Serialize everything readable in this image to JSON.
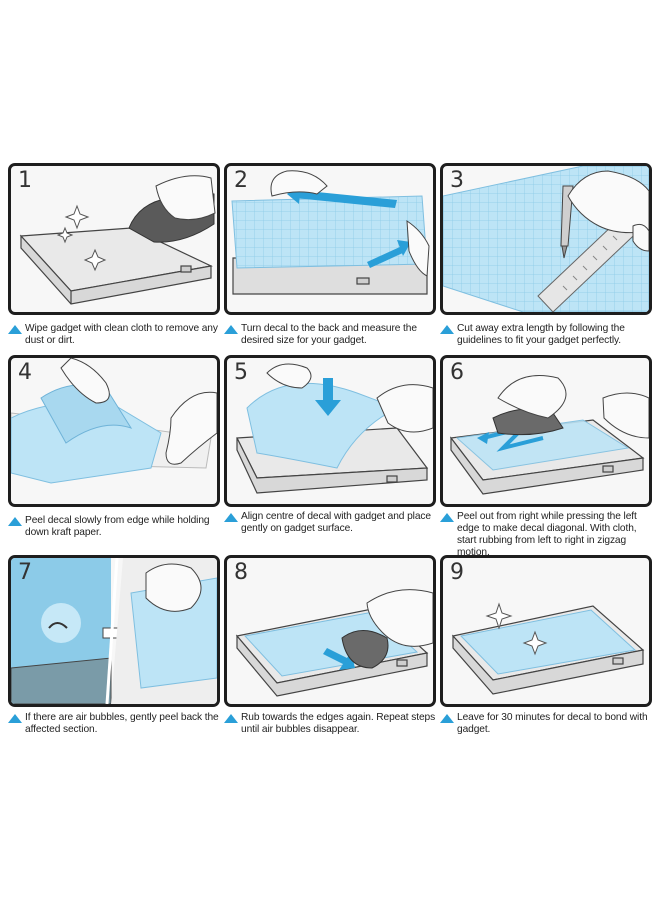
{
  "colors": {
    "accent": "#2a9fd8",
    "decal": "#bde4f6",
    "grid": "#8ccbe8",
    "frame": "#1e1e1e"
  },
  "icons": {
    "bullet": "blue-triangle-icon",
    "arrow": "blue-arrow-icon",
    "sparkle": "sparkle-icon"
  },
  "steps": [
    {
      "number": "1",
      "caption": "Wipe gadget with clean cloth to remove any dust or dirt."
    },
    {
      "number": "2",
      "caption": "Turn decal to the back and measure the desired size for your gadget."
    },
    {
      "number": "3",
      "caption": "Cut away extra length by following the guidelines to fit your gadget perfectly."
    },
    {
      "number": "4",
      "caption": "Peel decal slowly from edge while holding down kraft paper."
    },
    {
      "number": "5",
      "caption": "Align centre of decal with gadget and place gently on gadget surface."
    },
    {
      "number": "6",
      "caption": "Peel out from right while pressing the left edge to make decal diagonal. With cloth, start rubbing from left to right in zigzag motion."
    },
    {
      "number": "7",
      "caption": "If there are air bubbles, gently peel back the affected section."
    },
    {
      "number": "8",
      "caption": "Rub towards the edges again. Repeat steps until air bubbles disappear."
    },
    {
      "number": "9",
      "caption": "Leave for 30 minutes for decal to bond with gadget."
    }
  ]
}
